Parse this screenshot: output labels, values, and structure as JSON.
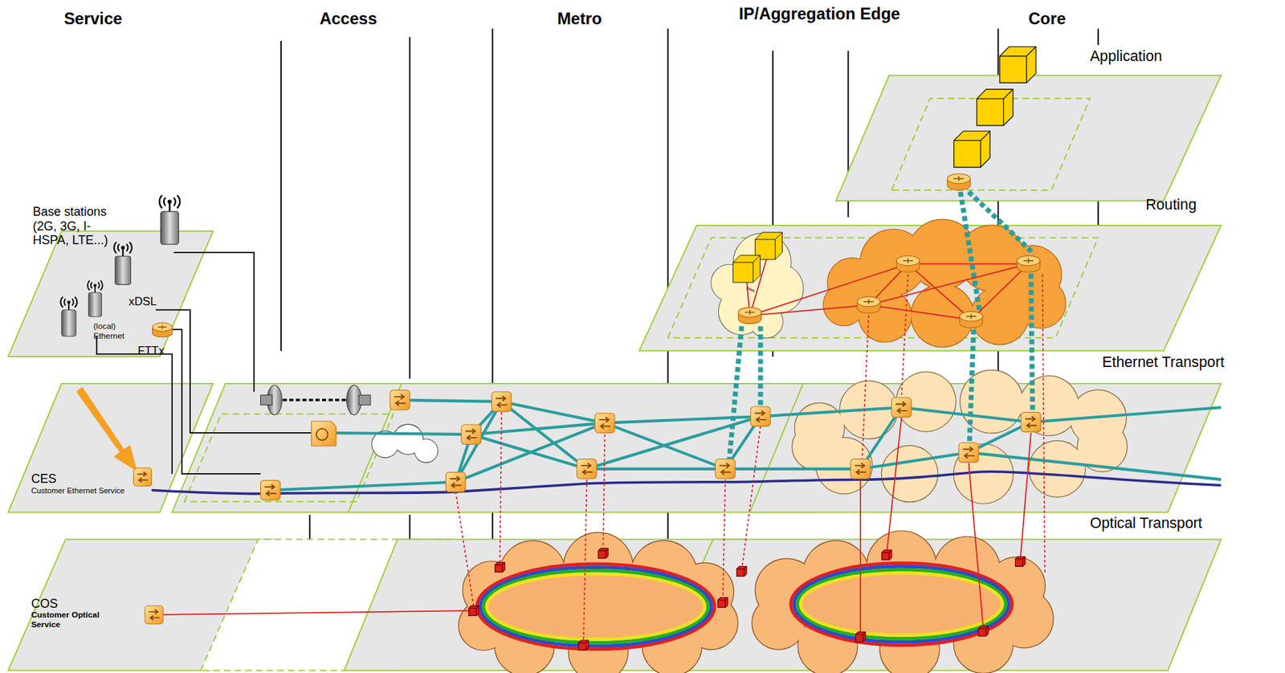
{
  "diagram": {
    "nodes": [
      {
        "text": [
          "CES",
          "Customer Ethernet Service"
        ]
      },
      {
        "text": [
          "COS",
          "Customer Optical Service"
        ]
      }
    ],
    "labels": [
      "Service",
      "Access",
      "Metro",
      "IP/Aggregation Edge",
      "Core",
      "Application",
      "Routing",
      "Ethernet Transport",
      "Optical Transport",
      "Base stations (2G, 3G, I-HSPA, LTE...)",
      "xDSL",
      "(local) Ethernet",
      "FTTx"
    ]
  }
}
